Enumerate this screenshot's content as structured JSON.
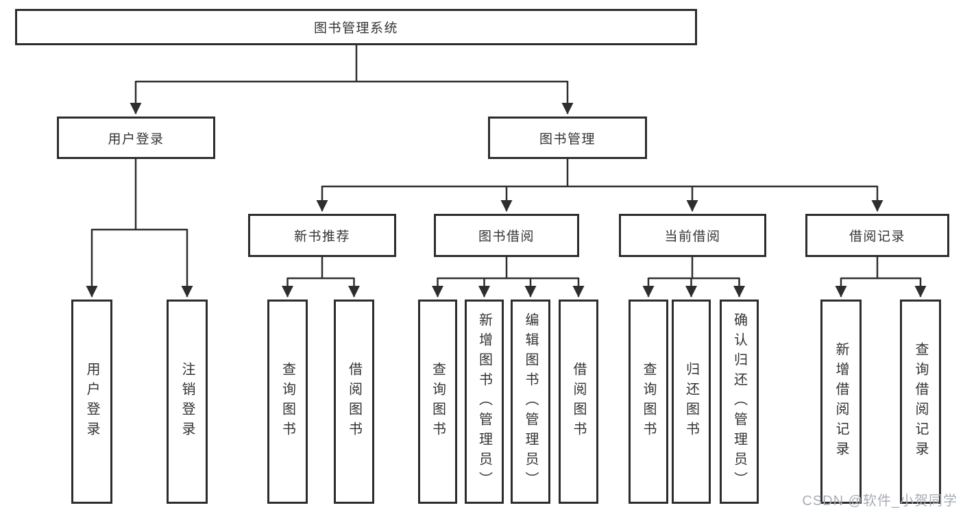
{
  "page": {
    "background": "#ffffff"
  },
  "diagram": {
    "type": "tree",
    "line_color": "#2e2e2e",
    "box_border_color": "#2c2c2c",
    "text_color": "#333333",
    "watermark": {
      "text": "CSDN @软件_小贺同学",
      "color": "#a8adb4"
    },
    "root": {
      "label": "图书管理系统",
      "children": [
        {
          "label": "用户登录",
          "children": [
            {
              "label": "用户登录"
            },
            {
              "label": "注销登录"
            }
          ]
        },
        {
          "label": "图书管理",
          "children": [
            {
              "label": "新书推荐",
              "children": [
                {
                  "label": "查询图书"
                },
                {
                  "label": "借阅图书"
                }
              ]
            },
            {
              "label": "图书借阅",
              "children": [
                {
                  "label": "查询图书"
                },
                {
                  "label": "新增图书（管理员）"
                },
                {
                  "label": "编辑图书（管理员）"
                },
                {
                  "label": "借阅图书"
                }
              ]
            },
            {
              "label": "当前借阅",
              "children": [
                {
                  "label": "查询图书"
                },
                {
                  "label": "归还图书"
                },
                {
                  "label": "确认归还（管理员）"
                }
              ]
            },
            {
              "label": "借阅记录",
              "children": [
                {
                  "label": "新增借阅记录"
                },
                {
                  "label": "查询借阅记录"
                }
              ]
            }
          ]
        }
      ]
    }
  }
}
